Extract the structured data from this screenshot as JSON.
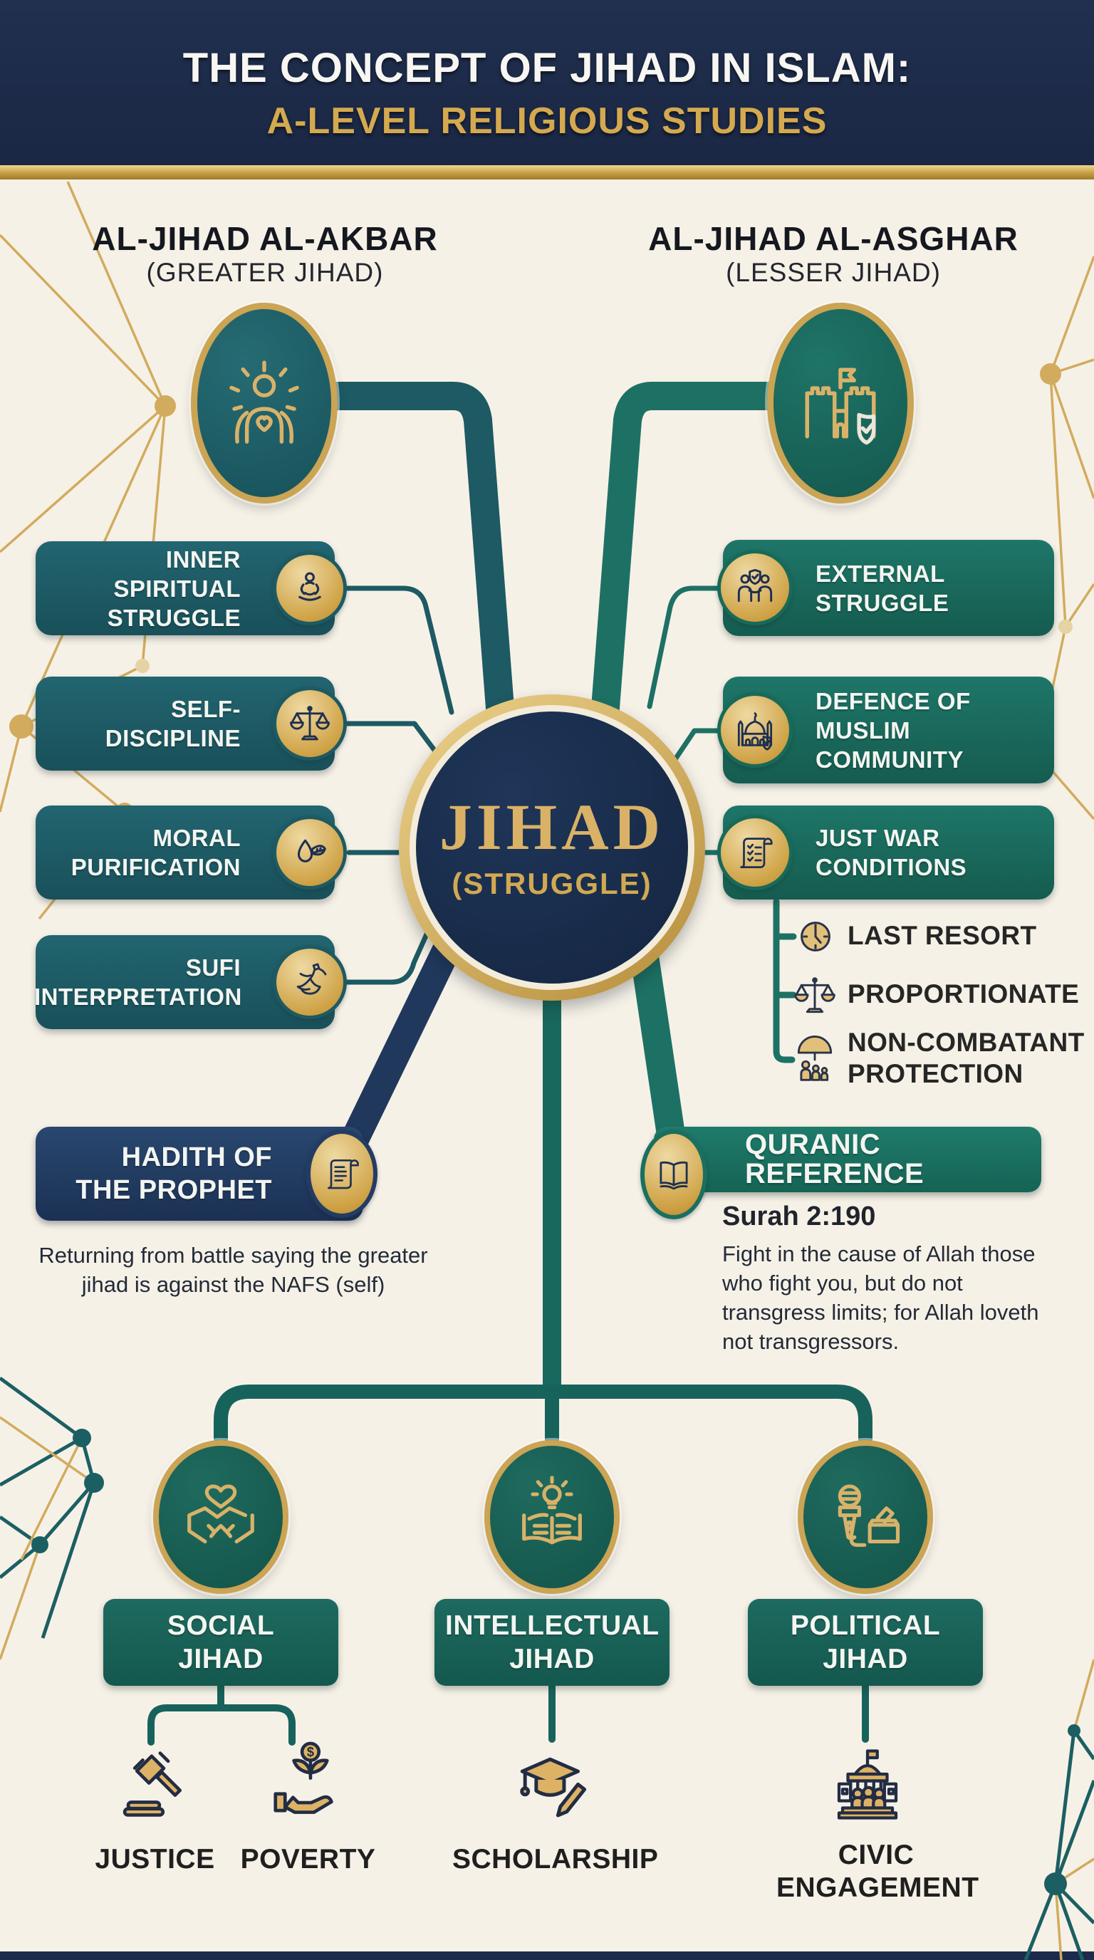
{
  "header": {
    "line1": "THE CONCEPT OF JIHAD IN ISLAM:",
    "line2": "A-LEVEL RELIGIOUS STUDIES"
  },
  "columns": {
    "greater": {
      "title": "AL-JIHAD AL-AKBAR",
      "subtitle": "(GREATER JIHAD)",
      "icon": "meditating-person-rays-icon"
    },
    "lesser": {
      "title": "AL-JIHAD AL-ASGHAR",
      "subtitle": "(LESSER JIHAD)",
      "icon": "castle-flag-shield-icon"
    }
  },
  "center": {
    "title": "JIHAD",
    "subtitle": "(STRUGGLE)"
  },
  "greater_branches": [
    {
      "label": "INNER SPIRITUAL STRUGGLE",
      "icon": "lotus-meditation-icon"
    },
    {
      "label": "SELF-DISCIPLINE",
      "icon": "balance-scales-icon"
    },
    {
      "label": "MORAL PURIFICATION",
      "icon": "droplet-leaf-icon"
    },
    {
      "label": "SUFI INTERPRETATION",
      "icon": "whirling-dervish-icon"
    }
  ],
  "lesser_branches": [
    {
      "label": "EXTERNAL STRUGGLE",
      "icon": "people-shield-icon"
    },
    {
      "label": "DEFENCE OF MUSLIM COMMUNITY",
      "icon": "mosque-shield-icon"
    },
    {
      "label": "JUST WAR CONDITIONS",
      "icon": "scroll-checklist-icon"
    }
  ],
  "just_war_conditions": [
    {
      "label": "LAST RESORT",
      "icon": "clock-icon"
    },
    {
      "label": "PROPORTIONATE",
      "icon": "gold-scales-icon"
    },
    {
      "label": "NON-COMBATANT PROTECTION",
      "icon": "umbrella-family-icon"
    }
  ],
  "hadith": {
    "title": "HADITH OF THE PROPHET",
    "icon": "scroll-icon",
    "body": "Returning from battle saying the greater jihad is against the NAFS (self)"
  },
  "quran": {
    "title": "QURANIC REFERENCE",
    "icon": "open-book-icon",
    "reference": "Surah 2:190",
    "body": "Fight in the cause of Allah those who fight you, but do not transgress limits; for Allah loveth not transgressors."
  },
  "types": [
    {
      "label": "SOCIAL JIHAD",
      "icon": "handshake-heart-icon",
      "children": [
        "JUSTICE",
        "POVERTY"
      ]
    },
    {
      "label": "INTELLECTUAL JIHAD",
      "icon": "book-lightbulb-icon",
      "children": [
        "SCHOLARSHIP"
      ]
    },
    {
      "label": "POLITICAL JIHAD",
      "icon": "microphone-ballot-icon",
      "children": [
        "CIVIC ENGAGEMENT"
      ]
    }
  ],
  "child_icons": [
    "gavel-icon",
    "hand-plant-coin-icon",
    "graduation-cap-pen-icon",
    "capitol-building-icon"
  ],
  "colors": {
    "cream_background": "#f6f1e7",
    "header_navy": "#1c2a4b",
    "accent_gold": "#cba454",
    "teal_dark": "#1d5a63",
    "teal_green": "#1c7263",
    "hadith_navy": "#20385c"
  }
}
